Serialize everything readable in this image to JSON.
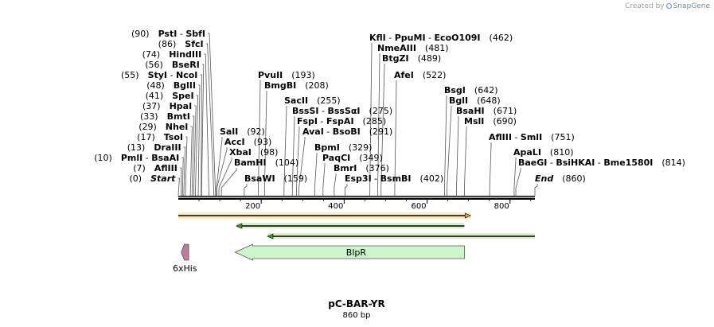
{
  "credit": {
    "prefix": "Created by",
    "brand": "SnapGene"
  },
  "plasmid": {
    "name": "pC-BAR-YR",
    "length_label": "860 bp"
  },
  "sequence": {
    "length": 860
  },
  "colors": {
    "backbone": "#000000",
    "orange_arrow": "#f0a030",
    "green_arrow": "#4a9a2a",
    "blpr_fill": "#ccf5cc",
    "his_fill": "#c07a9a"
  },
  "ruler": {
    "ticks": [
      "200",
      "400",
      "600",
      "800"
    ]
  },
  "sites_left": [
    {
      "pos_label": "(90)",
      "names": [
        "PstI",
        "SbfI"
      ],
      "pos": 90
    },
    {
      "pos_label": "(86)",
      "names": [
        "SfcI"
      ],
      "pos": 86
    },
    {
      "pos_label": "(74)",
      "names": [
        "HindIII"
      ],
      "pos": 74
    },
    {
      "pos_label": "(56)",
      "names": [
        "BseRI"
      ],
      "pos": 56
    },
    {
      "pos_label": "(55)",
      "names": [
        "StyI",
        "NcoI"
      ],
      "pos": 55
    },
    {
      "pos_label": "(48)",
      "names": [
        "BglII"
      ],
      "pos": 48
    },
    {
      "pos_label": "(41)",
      "names": [
        "SpeI"
      ],
      "pos": 41
    },
    {
      "pos_label": "(37)",
      "names": [
        "HpaI"
      ],
      "pos": 37
    },
    {
      "pos_label": "(33)",
      "names": [
        "BmtI"
      ],
      "pos": 33
    },
    {
      "pos_label": "(29)",
      "names": [
        "NheI"
      ],
      "pos": 29
    },
    {
      "pos_label": "(17)",
      "names": [
        "TsoI"
      ],
      "pos": 17
    },
    {
      "pos_label": "(13)",
      "names": [
        "DraIII"
      ],
      "pos": 13
    },
    {
      "pos_label": "(10)",
      "names": [
        "PmlI",
        "BsaAI"
      ],
      "pos": 10
    },
    {
      "pos_label": "(7)",
      "names": [
        "AflIII"
      ],
      "pos": 7
    },
    {
      "pos_label": "(0)",
      "names": [
        "Start"
      ],
      "pos": 0,
      "italic": true
    }
  ],
  "sites_right": [
    {
      "names": [
        "KflI",
        "PpuMI",
        "EcoO109I"
      ],
      "pos_label": "(462)",
      "pos": 462
    },
    {
      "names": [
        "NmeAIII"
      ],
      "pos_label": "(481)",
      "pos": 481
    },
    {
      "names": [
        "BtgZI"
      ],
      "pos_label": "(489)",
      "pos": 489
    },
    {
      "names": [
        "AfeI"
      ],
      "pos_label": "(522)",
      "pos": 522
    },
    {
      "names": [
        "PvuII"
      ],
      "pos_label": "(193)",
      "pos": 193
    },
    {
      "names": [
        "BmgBI"
      ],
      "pos_label": "(208)",
      "pos": 208
    },
    {
      "names": [
        "SacII"
      ],
      "pos_label": "(255)",
      "pos": 255
    },
    {
      "names": [
        "BssSI",
        "BssSαI"
      ],
      "pos_label": "(275)",
      "pos": 275
    },
    {
      "names": [
        "FspI",
        "FspAI"
      ],
      "pos_label": "(285)",
      "pos": 285
    },
    {
      "names": [
        "AvaI",
        "BsoBI"
      ],
      "pos_label": "(291)",
      "pos": 291
    },
    {
      "names": [
        "SalI"
      ],
      "pos_label": "(92)",
      "pos": 92
    },
    {
      "names": [
        "AccI"
      ],
      "pos_label": "(93)",
      "pos": 93
    },
    {
      "names": [
        "XbaI"
      ],
      "pos_label": "(98)",
      "pos": 98
    },
    {
      "names": [
        "BamHI"
      ],
      "pos_label": "(104)",
      "pos": 104
    },
    {
      "names": [
        "BsaWI"
      ],
      "pos_label": "(159)",
      "pos": 159
    },
    {
      "names": [
        "BpmI"
      ],
      "pos_label": "(329)",
      "pos": 329
    },
    {
      "names": [
        "PaqCI"
      ],
      "pos_label": "(349)",
      "pos": 349
    },
    {
      "names": [
        "BmrI"
      ],
      "pos_label": "(376)",
      "pos": 376
    },
    {
      "names": [
        "Esp3I",
        "BsmBI"
      ],
      "pos_label": "(402)",
      "pos": 402
    },
    {
      "names": [
        "BsgI"
      ],
      "pos_label": "(642)",
      "pos": 642
    },
    {
      "names": [
        "BglI"
      ],
      "pos_label": "(648)",
      "pos": 648
    },
    {
      "names": [
        "BsaHI"
      ],
      "pos_label": "(671)",
      "pos": 671
    },
    {
      "names": [
        "MslI"
      ],
      "pos_label": "(690)",
      "pos": 690
    },
    {
      "names": [
        "AflIII",
        "SmlI"
      ],
      "pos_label": "(751)",
      "pos": 751
    },
    {
      "names": [
        "ApaLI"
      ],
      "pos_label": "(810)",
      "pos": 810
    },
    {
      "names": [
        "BaeGI",
        "BsiHKAI",
        "Bme1580I"
      ],
      "pos_label": "(814)",
      "pos": 814
    },
    {
      "names": [
        "End"
      ],
      "pos_label": "(860)",
      "pos": 860,
      "italic": true
    }
  ],
  "features": [
    {
      "type": "orange-bar",
      "start": 0,
      "end": 705,
      "direction": "forward"
    },
    {
      "type": "green-bar",
      "start": 140,
      "end": 690,
      "direction": "reverse"
    },
    {
      "type": "green-bar",
      "start": 215,
      "end": 860,
      "direction": "reverse"
    },
    {
      "type": "his-tag",
      "label": "6xHis",
      "start": 7,
      "end": 25,
      "direction": "reverse"
    },
    {
      "type": "gene",
      "label": "BlpR",
      "start": 137,
      "end": 690,
      "direction": "reverse"
    }
  ]
}
